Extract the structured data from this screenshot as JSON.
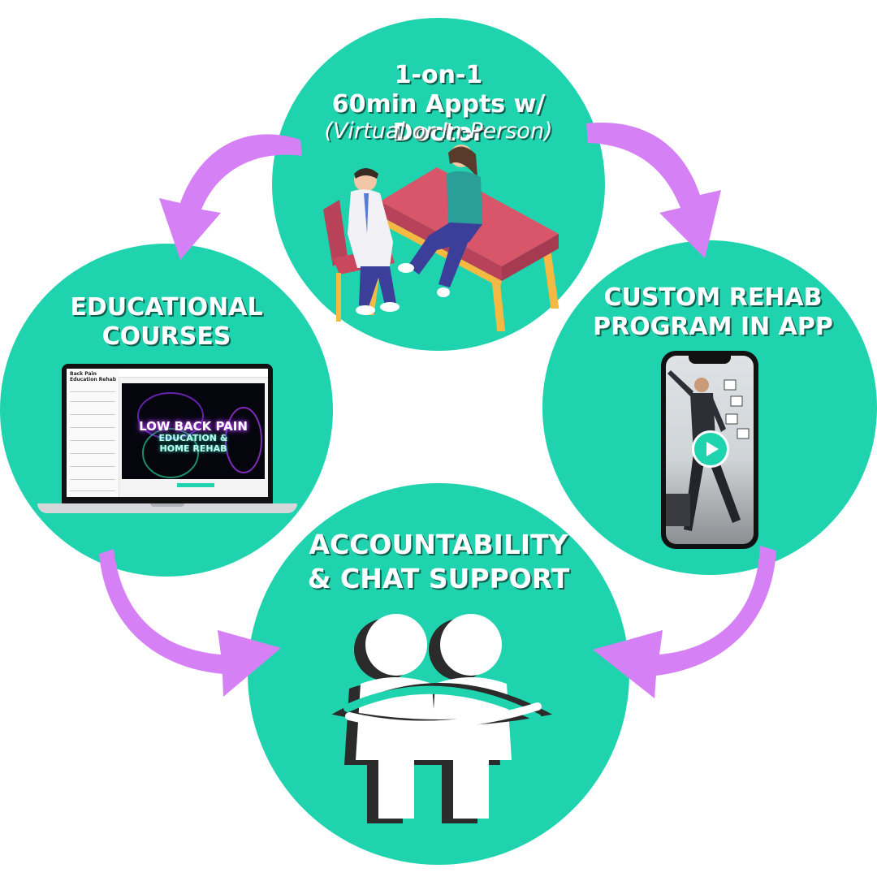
{
  "top": {
    "line1": "1-on-1",
    "line2": "60min Appts w/ Doctor",
    "line3": "(Virtual or In-Person)"
  },
  "left": {
    "line1": "EDUCATIONAL",
    "line2": "COURSES"
  },
  "right": {
    "line1": "CUSTOM REHAB",
    "line2": "PROGRAM IN APP"
  },
  "bottom": {
    "line1": "ACCOUNTABILITY",
    "line2": "& CHAT SUPPORT"
  },
  "laptop_screen": {
    "course_title": "Back Pain Education Rehab",
    "video_title_line1": "LOW BACK PAIN",
    "video_title_line2": "EDUCATION &",
    "video_title_line3": "HOME REHAB"
  },
  "colors": {
    "circle": "#1fd3ae",
    "arrow": "#d580f4",
    "text": "#ffffff"
  },
  "icons": [
    "doctor-patient-illustration",
    "laptop-course-screenshot",
    "phone-video-screenshot",
    "play-icon",
    "people-support-icon"
  ]
}
